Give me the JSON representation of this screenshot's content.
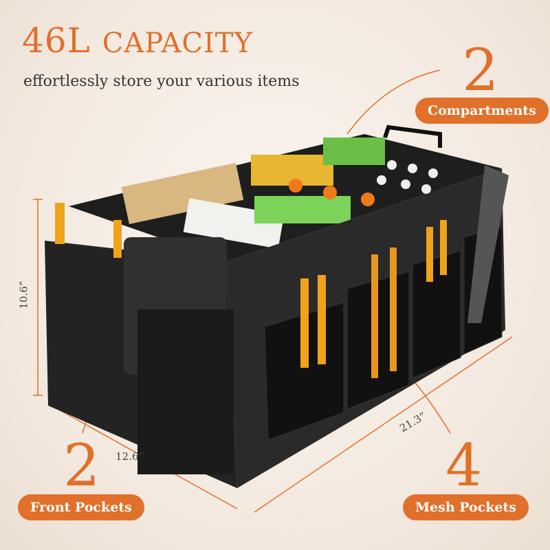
{
  "headline": {
    "value": "46L",
    "label": "CAPACITY"
  },
  "subtitle": "effortlessly store your various items",
  "callouts": [
    {
      "number": "2",
      "label": "Compartments"
    },
    {
      "number": "2",
      "label": "Front Pockets"
    },
    {
      "number": "4",
      "label": "Mesh Pockets"
    }
  ],
  "dimensions": {
    "height": "10.6”",
    "depth": "12.6”",
    "width": "21.3”"
  },
  "colors": {
    "accent": "#e0702a",
    "product": "#2a2a2a",
    "background": "#f3ebe3"
  }
}
